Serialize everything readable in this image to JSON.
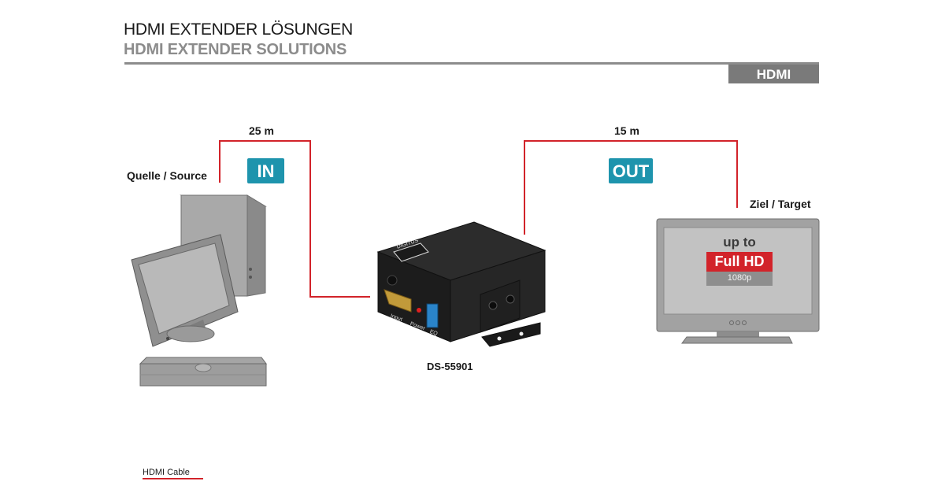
{
  "header": {
    "title_de": "HDMI EXTENDER LÖSUNGEN",
    "title_en": "HDMI EXTENDER SOLUTIONS",
    "category_tag": "HDMI"
  },
  "diagram": {
    "source_label": "Quelle / Source",
    "target_label": "Ziel / Target",
    "in_distance": "25 m",
    "out_distance": "15 m",
    "in_badge": "IN",
    "out_badge": "OUT",
    "device_model": "DS-55901",
    "device_brand": "DIGITUS",
    "port_labels": {
      "input": "Input",
      "power": "Power",
      "eq": "EQ"
    },
    "tv": {
      "line1": "up to",
      "line2": "Full HD",
      "line3": "1080p"
    }
  },
  "legend": {
    "cable_label": "HDMI Cable"
  },
  "colors": {
    "cable": "#d2232a",
    "badge": "#1e94ad",
    "rule": "#8c8c8c",
    "fullhd": "#d2232a"
  }
}
